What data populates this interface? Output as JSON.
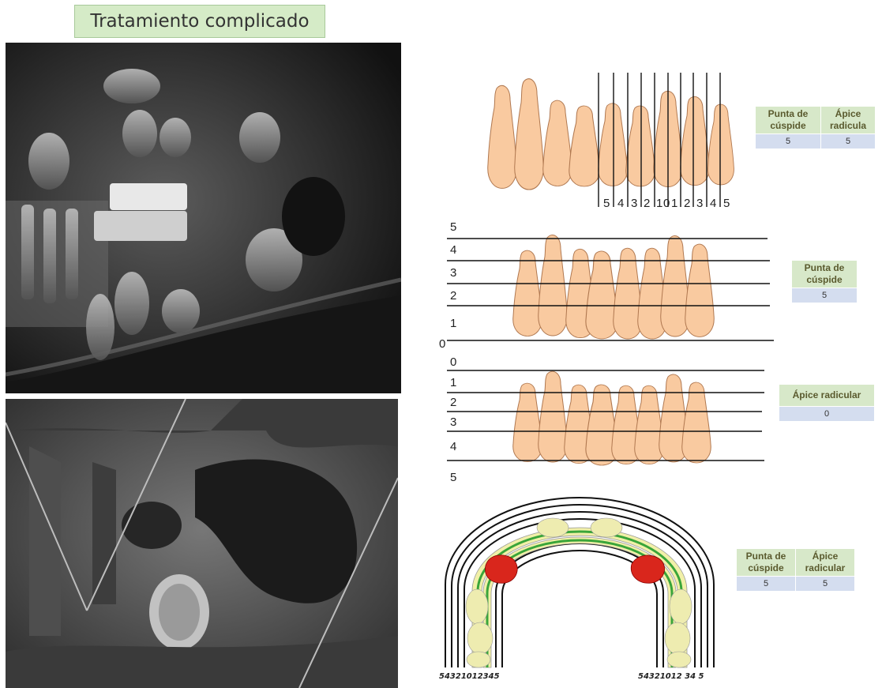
{
  "title": "Tratamiento complicado",
  "panel1": {
    "tick_labels": [
      "5",
      "4",
      "3",
      "2",
      "1",
      "0",
      "1",
      "2",
      "3",
      "4",
      "5"
    ],
    "table": {
      "headers": [
        "Punta de cúspide",
        "Ápice radicula"
      ],
      "values": [
        "5",
        "5"
      ]
    }
  },
  "panel2": {
    "level_labels": [
      "5",
      "4",
      "3",
      "2",
      "1",
      "0"
    ],
    "table": {
      "headers": [
        "Punta de cúspide"
      ],
      "values": [
        "5"
      ]
    }
  },
  "panel3": {
    "level_labels": [
      "0",
      "1",
      "2",
      "3",
      "4",
      "5"
    ],
    "table": {
      "headers": [
        "Ápice radicular"
      ],
      "values": [
        "0"
      ]
    }
  },
  "panel4": {
    "left_scale": "54321012345",
    "right_scale": "54321012 34 5",
    "table": {
      "headers": [
        "Punta de cúspide",
        "Ápice radicular"
      ],
      "values": [
        "5",
        "5"
      ]
    }
  },
  "colors": {
    "tooth": "#f9caa0",
    "tooth_outline": "#b07850",
    "title_bg": "#d5ebc7",
    "header_bg": "#d7e8c9",
    "value_bg": "#d4ddef",
    "arch_red": "#d9261c",
    "arch_green": "#3aa53a",
    "arch_yellow": "#f1f0a8"
  }
}
